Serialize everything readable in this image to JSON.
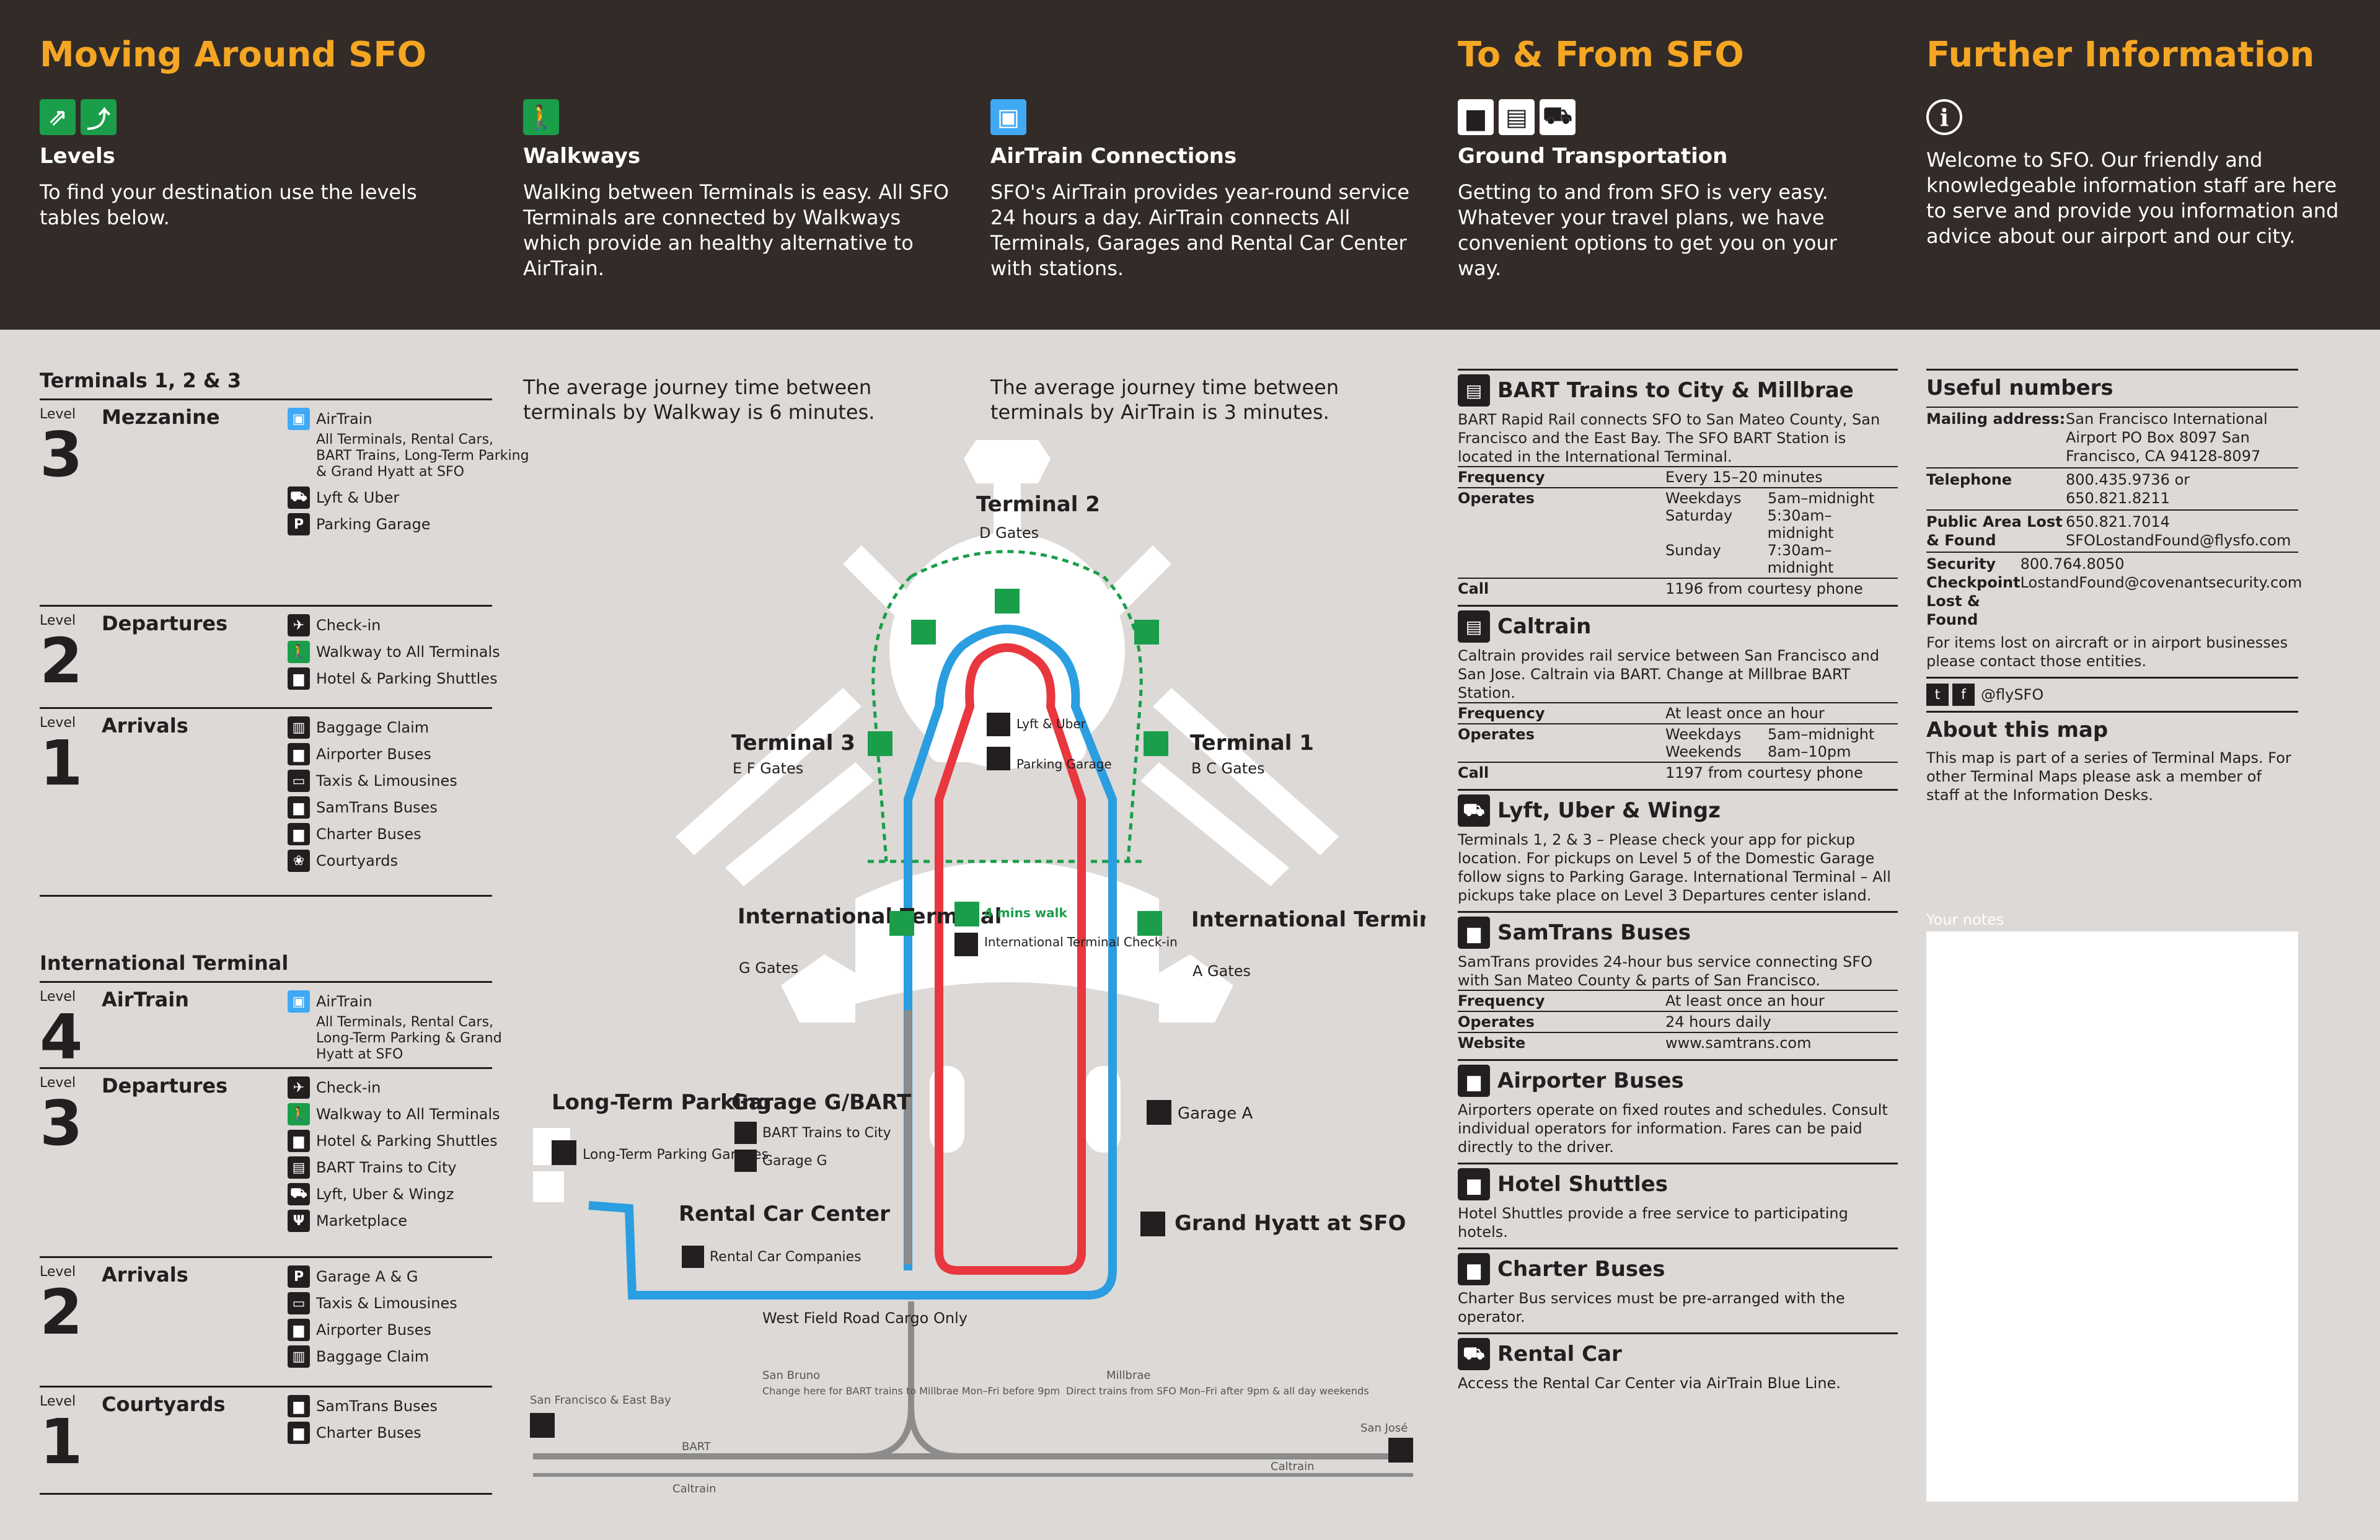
{
  "header": {
    "titles": {
      "moving": "Moving Around SFO",
      "tofrom": "To & From SFO",
      "further": "Further Information"
    },
    "cols": [
      {
        "heading": "Levels",
        "text": "To find your destination use the levels tables below."
      },
      {
        "heading": "Walkways",
        "text": "Walking between Terminals is easy. All SFO Terminals are connected by Walkways which provide an healthy alternative to AirTrain."
      },
      {
        "heading": "AirTrain Connections",
        "text": "SFO's AirTrain provides year-round service 24 hours a day. AirTrain connects All Terminals, Garages and Rental Car Center with stations."
      },
      {
        "heading": "Ground Transportation",
        "text": "Getting to and from SFO is very easy. Whatever your travel plans, we have convenient options to get you on your way."
      },
      {
        "heading": "",
        "text": "Welcome to SFO. Our friendly and knowledgeable information staff are here to serve and provide you information and advice about our airport and our city."
      }
    ]
  },
  "levels": {
    "level_label": "Level",
    "dom_title": "Terminals 1, 2 & 3",
    "dom": [
      {
        "num": "3",
        "name": "Mezzanine",
        "items": [
          {
            "icon": "airtrain-icon",
            "label": "AirTrain",
            "sub": "All Terminals, Rental Cars, BART Trains, Long-Term Parking & Grand Hyatt at SFO"
          },
          {
            "icon": "car-icon",
            "label": "Lyft & Uber"
          },
          {
            "icon": "parking-icon",
            "label": "Parking Garage"
          }
        ]
      },
      {
        "num": "2",
        "name": "Departures",
        "items": [
          {
            "icon": "checkin-icon",
            "label": "Check-in"
          },
          {
            "icon": "walkway-icon",
            "label": "Walkway to All Terminals"
          },
          {
            "icon": "shuttle-icon",
            "label": "Hotel & Parking Shuttles"
          }
        ]
      },
      {
        "num": "1",
        "name": "Arrivals",
        "items": [
          {
            "icon": "baggage-icon",
            "label": "Baggage Claim"
          },
          {
            "icon": "bus-icon",
            "label": "Airporter Buses"
          },
          {
            "icon": "taxi-icon",
            "label": "Taxis & Limousines"
          },
          {
            "icon": "bus-icon",
            "label": "SamTrans Buses"
          },
          {
            "icon": "bus-icon",
            "label": "Charter Buses"
          },
          {
            "icon": "courtyard-icon",
            "label": "Courtyards"
          }
        ]
      }
    ],
    "intl_title": "International Terminal",
    "intl": [
      {
        "num": "4",
        "name": "AirTrain",
        "items": [
          {
            "icon": "airtrain-icon",
            "label": "AirTrain",
            "sub": "All Terminals, Rental Cars, Long-Term Parking & Grand Hyatt at SFO"
          }
        ]
      },
      {
        "num": "3",
        "name": "Departures",
        "items": [
          {
            "icon": "checkin-icon",
            "label": "Check-in"
          },
          {
            "icon": "walkway-icon",
            "label": "Walkway to All Terminals"
          },
          {
            "icon": "shuttle-icon",
            "label": "Hotel & Parking Shuttles"
          },
          {
            "icon": "train-icon",
            "label": "BART Trains to City"
          },
          {
            "icon": "car-icon",
            "label": "Lyft, Uber & Wingz"
          },
          {
            "icon": "food-icon",
            "label": "Marketplace"
          }
        ]
      },
      {
        "num": "2",
        "name": "Arrivals",
        "items": [
          {
            "icon": "parking-icon",
            "label": "Garage A & G"
          },
          {
            "icon": "taxi-icon",
            "label": "Taxis & Limousines"
          },
          {
            "icon": "bus-icon",
            "label": "Airporter Buses"
          },
          {
            "icon": "baggage-icon",
            "label": "Baggage Claim"
          }
        ]
      },
      {
        "num": "1",
        "name": "Courtyards",
        "items": [
          {
            "icon": "bus-icon",
            "label": "SamTrans Buses"
          },
          {
            "icon": "bus-icon",
            "label": "Charter Buses"
          }
        ]
      }
    ]
  },
  "map": {
    "walk_caption": "The average journey time between terminals by Walkway is 6 minutes.",
    "air_caption": "The average journey time between terminals by AirTrain is 3 minutes.",
    "t2": "Terminal 2",
    "t2_gates": "D Gates",
    "t1": "Terminal 1",
    "t1_gates": "B C Gates",
    "t3": "Terminal 3",
    "t3_gates": "E F Gates",
    "intl_w": "International Terminal",
    "intl_w_gates": "G Gates",
    "intl_e": "International Terminal",
    "intl_e_gates": "A Gates",
    "lyft": "Lyft & Uber",
    "parking_garage": "Parking Garage",
    "walk4": "4 mins walk",
    "intl_checkin": "International Terminal Check-in",
    "long_term": "Long-Term Parking",
    "long_term_sub": "Long-Term Parking Garages",
    "garage_g_bart": "Garage G/BART",
    "bart_city": "BART Trains to City",
    "garage_g": "Garage G",
    "rental": "Rental Car Center",
    "rental_sub": "Rental Car Companies",
    "garage_a": "Garage A",
    "hyatt": "Grand Hyatt at SFO",
    "west_field": "West Field Road Cargo Only",
    "sf": "San Francisco & East Bay",
    "san_bruno": "San Bruno",
    "san_bruno_sub": "Change here for BART trains to Millbrae Mon–Fri before 9pm",
    "millbrae": "Millbrae",
    "millbrae_sub": "Direct trains from SFO Mon–Fri after 9pm & all day weekends",
    "san_jose": "San José",
    "bart": "BART",
    "caltrain": "Caltrain",
    "colors": {
      "red": "#e8373e",
      "blue": "#2a9ee0",
      "green": "#1a9e4a",
      "grey": "#8c8c8c"
    }
  },
  "transport": [
    {
      "icon": "train-icon",
      "name": "BART Trains to City & Millbrae",
      "desc": "BART Rapid Rail connects SFO to San Mateo County, San Francisco and the East Bay. The SFO BART Station is located in the International Terminal.",
      "rows": [
        {
          "k": "Frequency",
          "v": "Every 15–20 minutes"
        },
        {
          "k": "Operates",
          "sch": [
            [
              "Weekdays",
              "5am–midnight"
            ],
            [
              "Saturday",
              "5:30am–midnight"
            ],
            [
              "Sunday",
              "7:30am–midnight"
            ]
          ]
        },
        {
          "k": "Call",
          "v": "1196 from courtesy phone"
        }
      ]
    },
    {
      "icon": "train-icon",
      "name": "Caltrain",
      "desc": "Caltrain provides rail service between San Francisco and San Jose. Caltrain via BART. Change at Millbrae BART Station.",
      "rows": [
        {
          "k": "Frequency",
          "v": "At least once an hour"
        },
        {
          "k": "Operates",
          "sch": [
            [
              "Weekdays",
              "5am–midnight"
            ],
            [
              "Weekends",
              "8am–10pm"
            ]
          ]
        },
        {
          "k": "Call",
          "v": "1197 from courtesy phone"
        }
      ]
    },
    {
      "icon": "car-icon",
      "name": "Lyft, Uber & Wingz",
      "desc": "Terminals 1, 2 & 3 – Please check your app for pickup location. For pickups on Level 5 of the Domestic Garage follow signs to Parking Garage. International Terminal – All pickups take place on Level 3 Departures center island.",
      "rows": []
    },
    {
      "icon": "bus-icon",
      "name": "SamTrans Buses",
      "desc": "SamTrans provides 24-hour bus service connecting SFO with San Mateo County & parts of San Francisco.",
      "rows": [
        {
          "k": "Frequency",
          "v": "At least once an hour"
        },
        {
          "k": "Operates",
          "v": "24 hours daily"
        },
        {
          "k": "Website",
          "v": "www.samtrans.com"
        }
      ]
    },
    {
      "icon": "bus-icon",
      "name": "Airporter Buses",
      "desc": "Airporters operate on fixed routes and schedules. Consult individual operators for information. Fares can be paid directly to the driver.",
      "rows": []
    },
    {
      "icon": "shuttle-icon",
      "name": "Hotel Shuttles",
      "desc": "Hotel Shuttles provide a free service to participating hotels.",
      "rows": []
    },
    {
      "icon": "bus-icon",
      "name": "Charter Buses",
      "desc": "Charter Bus services must be pre-arranged with the operator.",
      "rows": []
    },
    {
      "icon": "car-icon",
      "name": "Rental Car",
      "desc": "Access the Rental Car Center via AirTrain Blue Line.",
      "rows": []
    }
  ],
  "info": {
    "useful_title": "Useful numbers",
    "numbers": [
      {
        "k": "Mailing address:",
        "v": "San Francisco International Airport PO Box 8097 San Francisco, CA 94128-8097"
      },
      {
        "k": "Telephone",
        "v": "800.435.9736 or 650.821.8211"
      },
      {
        "k": "Public Area Lost & Found",
        "v": "650.821.7014 SFOLostandFound@flysfo.com"
      },
      {
        "k": "Security Checkpoint Lost & Found",
        "v": "800.764.8050 LostandFound@covenantsecurity.com"
      }
    ],
    "lost_note": "For items lost on aircraft or in airport businesses please contact those entities.",
    "social": "@flySFO",
    "about_title": "About this map",
    "about_text": "This map is part of a series of Terminal Maps. For other Terminal Maps please ask a member of staff at the Information Desks.",
    "notes_label": "Your notes"
  }
}
